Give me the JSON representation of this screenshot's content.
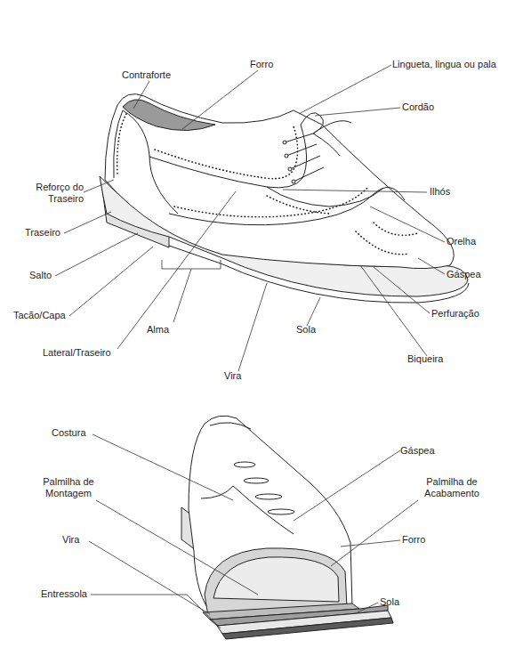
{
  "diagram": {
    "labels": [
      "Contraforte",
      "Forro",
      "Lingueta, lingua ou pala",
      "Cordão",
      "Reforço do Traseiro",
      "Ilhós",
      "Traseiro",
      "Orelha",
      "Salto",
      "Gáspea",
      "Tacão/Capa",
      "Perfuração",
      "Alma",
      "Sola",
      "Lateral/Traseiro",
      "Biqueira",
      "Vira",
      "Costura",
      "Gáspea",
      "Palmilha de Montagem",
      "Palmilha de Acabamento",
      "Vira",
      "Forro",
      "Entressola",
      "Sola"
    ]
  }
}
